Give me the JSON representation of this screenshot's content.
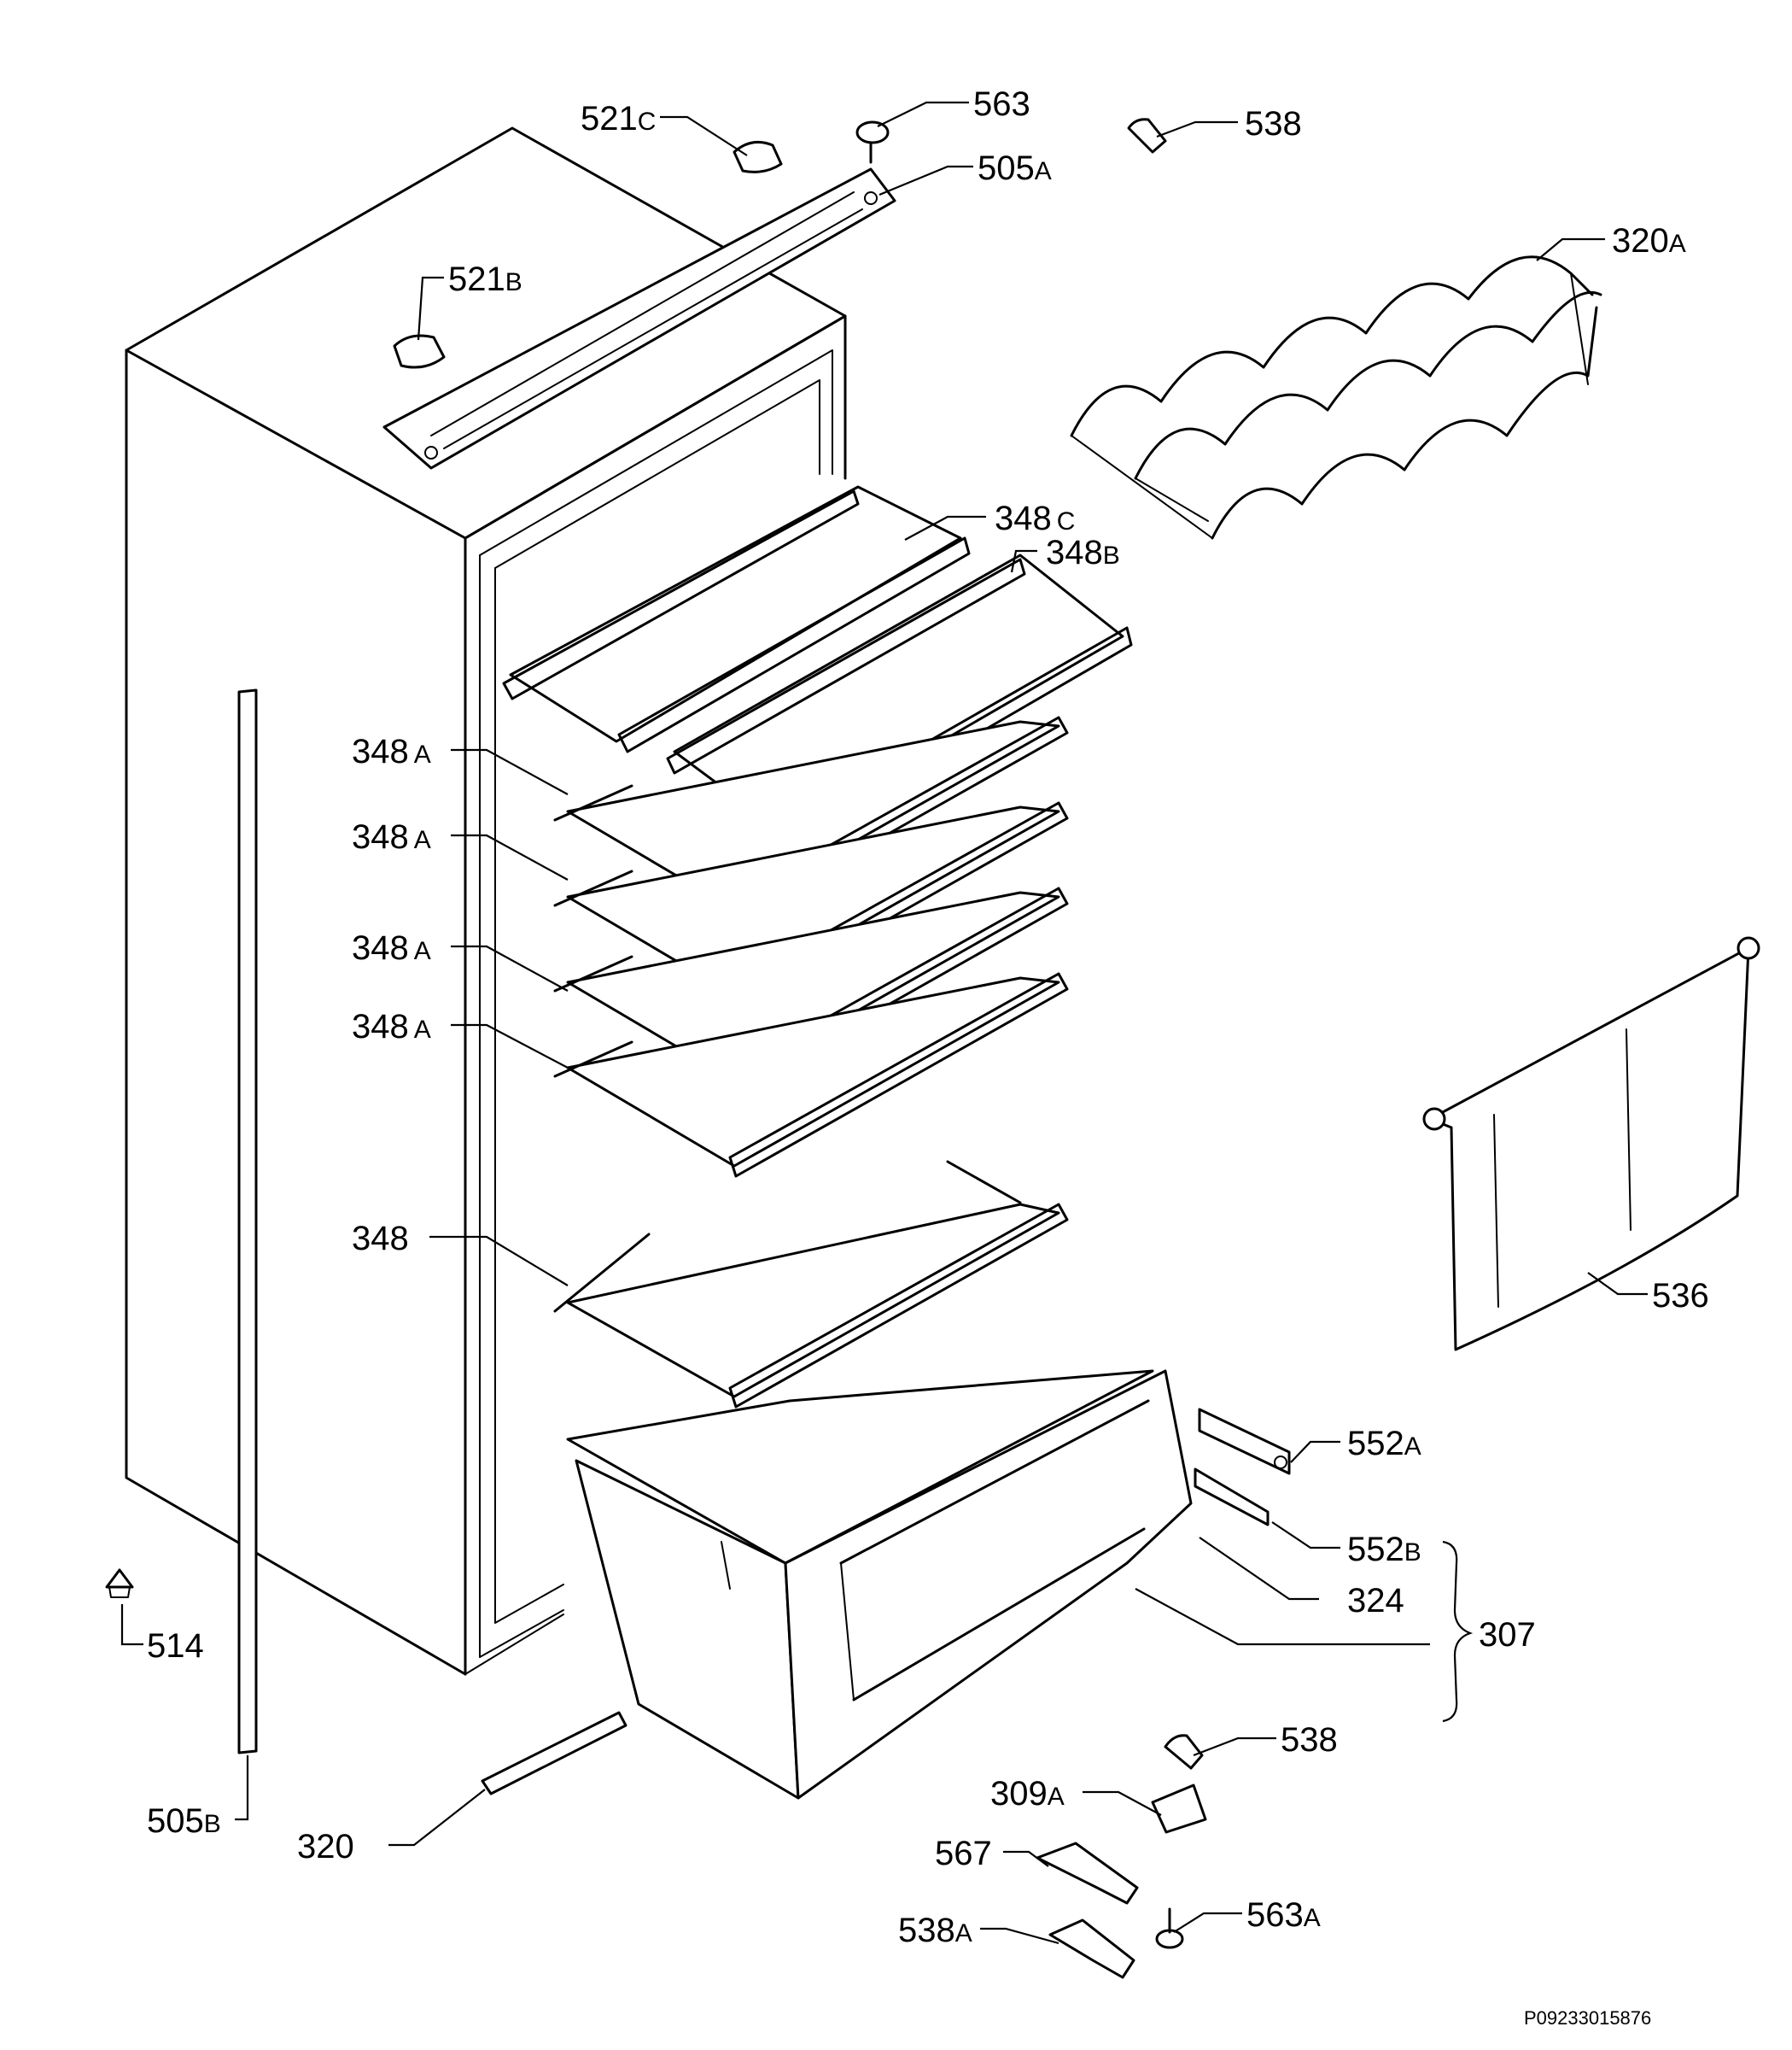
{
  "labels": {
    "l521c": {
      "num": "521",
      "suffix": "C"
    },
    "l563": {
      "num": "563",
      "suffix": ""
    },
    "l538_top": {
      "num": "538",
      "suffix": ""
    },
    "l505a": {
      "num": "505",
      "suffix": "A"
    },
    "l320a": {
      "num": "320",
      "suffix": "A"
    },
    "l521b": {
      "num": "521",
      "suffix": "B"
    },
    "l348c": {
      "num": "348",
      "suffix": "C"
    },
    "l348b": {
      "num": "348",
      "suffix": "B"
    },
    "l348a_1": {
      "num": "348",
      "suffix": "A"
    },
    "l348a_2": {
      "num": "348",
      "suffix": "A"
    },
    "l348a_3": {
      "num": "348",
      "suffix": "A"
    },
    "l348a_4": {
      "num": "348",
      "suffix": "A"
    },
    "l348": {
      "num": "348",
      "suffix": ""
    },
    "l536": {
      "num": "536",
      "suffix": ""
    },
    "l552a": {
      "num": "552",
      "suffix": "A"
    },
    "l552b": {
      "num": "552",
      "suffix": "B"
    },
    "l324": {
      "num": "324",
      "suffix": ""
    },
    "l307": {
      "num": "307",
      "suffix": ""
    },
    "l514": {
      "num": "514",
      "suffix": ""
    },
    "l505b": {
      "num": "505",
      "suffix": "B"
    },
    "l538_bottom": {
      "num": "538",
      "suffix": ""
    },
    "l309a": {
      "num": "309",
      "suffix": "A"
    },
    "l567": {
      "num": "567",
      "suffix": ""
    },
    "l320": {
      "num": "320",
      "suffix": ""
    },
    "l538a": {
      "num": "538",
      "suffix": "A"
    },
    "l563a": {
      "num": "563",
      "suffix": "A"
    }
  },
  "reference_code": "P09233015876"
}
